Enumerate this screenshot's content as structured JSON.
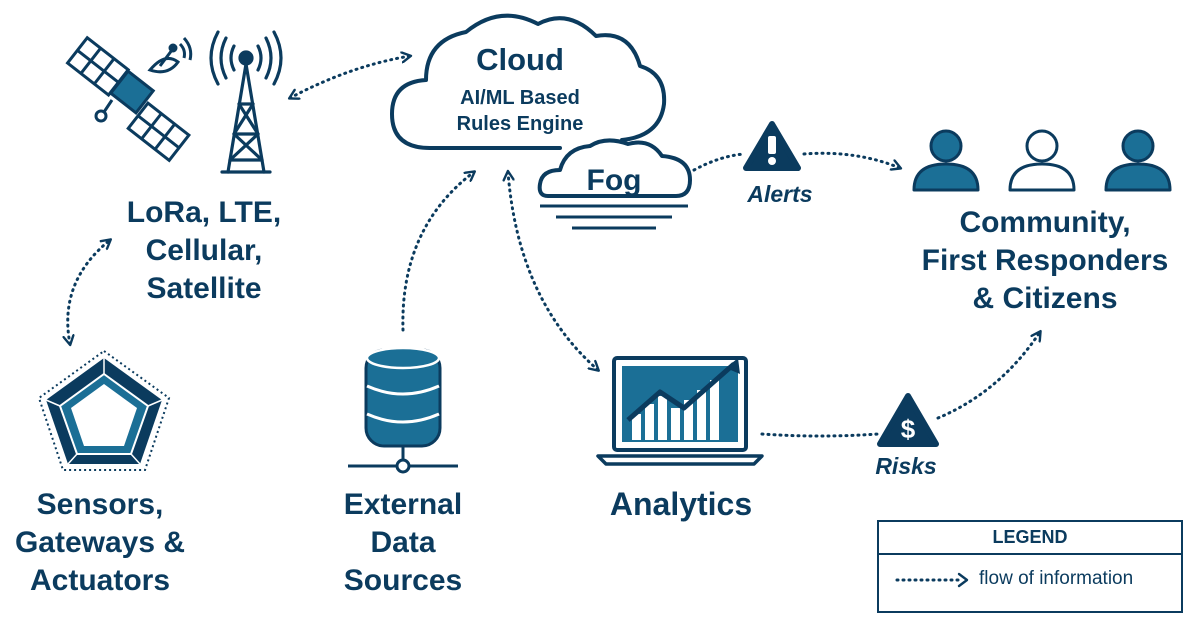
{
  "nodes": {
    "connectivity": {
      "lines": [
        "LoRa, LTE,",
        "Cellular,",
        "Satellite"
      ]
    },
    "devices": {
      "lines": [
        "Sensors,",
        "Gateways &",
        "Actuators"
      ]
    },
    "external": {
      "lines": [
        "External",
        "Data",
        "Sources"
      ]
    },
    "analytics": {
      "label": "Analytics"
    },
    "community": {
      "lines": [
        "Community,",
        "First Responders",
        "& Citizens"
      ]
    },
    "cloud": {
      "title": "Cloud",
      "subtitle_lines": [
        "AI/ML Based",
        "Rules Engine"
      ]
    },
    "fog": {
      "label": "Fog"
    }
  },
  "edges": {
    "alerts_label": "Alerts",
    "risks_label": "Risks"
  },
  "legend": {
    "title": "LEGEND",
    "item_label": "flow of information"
  },
  "colors": {
    "primary": "#0b3b5e",
    "accent": "#1b6f96",
    "background": "#ffffff"
  },
  "icons": {
    "satellite": "satellite-icon",
    "tower": "cell-tower-icon",
    "chip": "chip-icon",
    "database": "database-icon",
    "laptop": "laptop-chart-icon",
    "alert": "alert-triangle-icon",
    "dollar": "dollar-triangle-icon",
    "people": "person-icon"
  }
}
